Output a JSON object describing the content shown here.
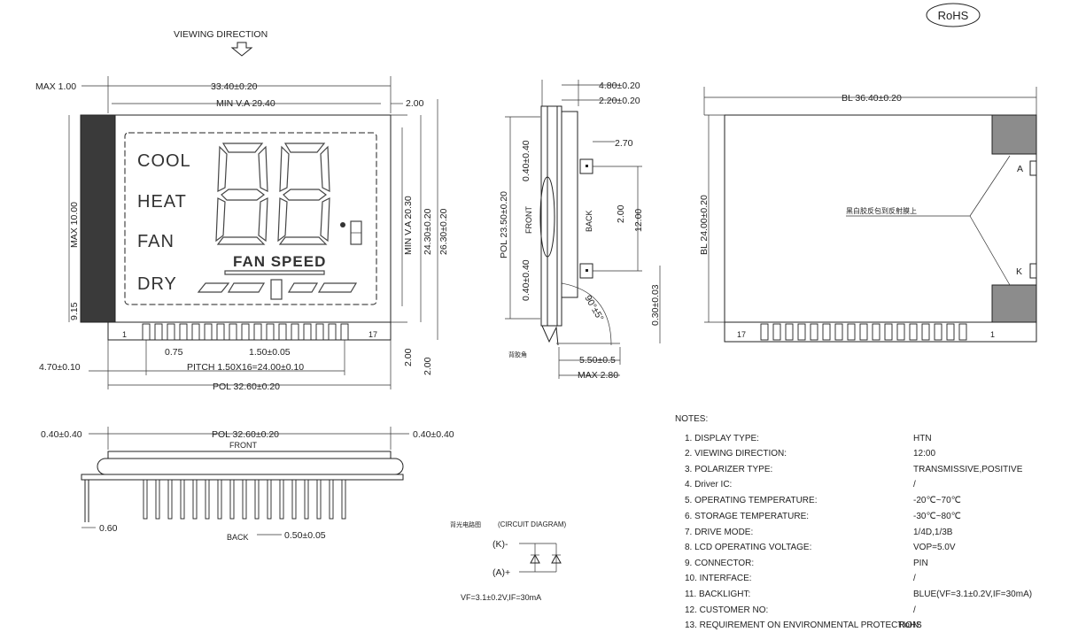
{
  "rohs": "RoHS",
  "front_view": {
    "viewing_direction": "VIEWING DIRECTION",
    "max_top": "MAX 1.00",
    "width": "33.40±0.20",
    "min_va_w": "MIN V.A 29.40",
    "right_gap": "2.00",
    "min_va_h": "MIN V.A 20.30",
    "height_a": "24.30±0.20",
    "height_b": "26.30±0.20",
    "max_left": "MAX 10.00",
    "left_915": "9.15",
    "pin_first": "1",
    "pin_last": "17",
    "pin_width": "0.75",
    "pin_pitch": "1.50±0.05",
    "pin_span": "PITCH 1.50X16=24.00±0.10",
    "left_offset": "4.70±0.10",
    "pol_width": "POL 32.60±0.20",
    "bottom_gap_a": "2.00",
    "bottom_gap_b": "2.00",
    "segments": {
      "cool": "COOL",
      "heat": "HEAT",
      "fan": "FAN",
      "dry": "DRY",
      "fan_speed": "FAN SPEED"
    }
  },
  "side_view": {
    "t1": "4.80±0.20",
    "t2": "2.20±0.20",
    "pol_h": "POL 23.50±0.20",
    "top_gap": "0.40±0.40",
    "bottom_gap": "0.40±0.40",
    "front": "FRONT",
    "back": "BACK",
    "pin_tab": "2.70",
    "spacing_a": "2.00",
    "spacing_b": "12.00",
    "angle": "90°±5°",
    "lead": "0.30±0.03",
    "foot": "5.50±0.5",
    "max_t": "MAX 2.80",
    "glue_label": "背胶角"
  },
  "back_view": {
    "bl_width": "BL 36.40±0.20",
    "bl_height": "BL 24.00±0.20",
    "annotation": "黑白胶反包到反射膜上",
    "anode": "A",
    "cathode": "K",
    "pin_first": "17",
    "pin_last": "1"
  },
  "bottom_view": {
    "left_gap": "0.40±0.40",
    "pol": "POL 32.60±0.20",
    "right_gap": "0.40±0.40",
    "front": "FRONT",
    "lead_len": "0.60",
    "back": "BACK",
    "pin_w": "0.50±0.05"
  },
  "circuit": {
    "title_cn": "背光电路图",
    "title": "(CIRCUIT DIAGRAM)",
    "k": "(K)-",
    "a": "(A)+",
    "spec": "VF=3.1±0.2V,IF=30mA"
  },
  "notes": {
    "heading": "NOTES:",
    "items": [
      {
        "label": "1. DISPLAY TYPE:",
        "value": "HTN"
      },
      {
        "label": "2. VIEWING DIRECTION:",
        "value": "12:00"
      },
      {
        "label": "3. POLARIZER TYPE:",
        "value": "TRANSMISSIVE,POSITIVE"
      },
      {
        "label": "4. Driver IC:",
        "value": "/"
      },
      {
        "label": "5. OPERATING TEMPERATURE:",
        "value": "-20℃~70℃"
      },
      {
        "label": "6. STORAGE TEMPERATURE:",
        "value": "-30℃~80℃"
      },
      {
        "label": "7. DRIVE MODE:",
        "value": "1/4D,1/3B"
      },
      {
        "label": "8. LCD OPERATING VOLTAGE:",
        "value": "VOP=5.0V"
      },
      {
        "label": "9. CONNECTOR:",
        "value": "PIN"
      },
      {
        "label": "10. INTERFACE:",
        "value": "/"
      },
      {
        "label": "11. BACKLIGHT:",
        "value": "BLUE(VF=3.1±0.2V,IF=30mA)"
      },
      {
        "label": "12. CUSTOMER NO:",
        "value": "/"
      },
      {
        "label": "13. REQUIREMENT ON ENVIRONMENTAL PROTECTION:",
        "value": "RoHS"
      }
    ]
  }
}
